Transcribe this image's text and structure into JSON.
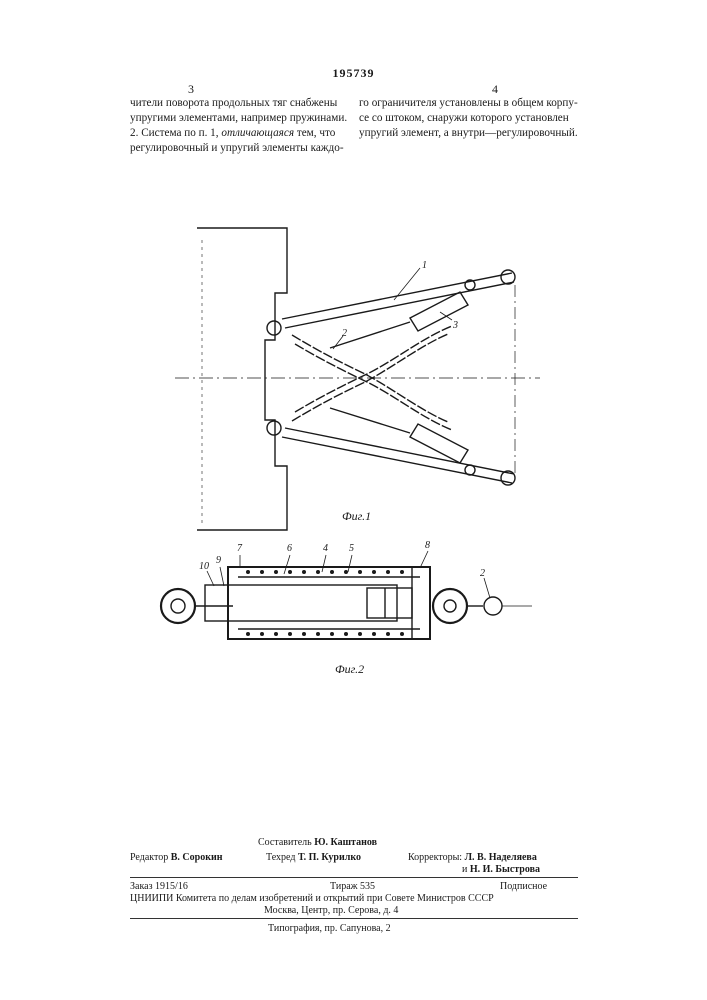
{
  "header": {
    "patent_number": "195739",
    "left_column_number": "3",
    "right_column_number": "4"
  },
  "left_column": {
    "line1": "чители поворота продольных тяг снабжены",
    "line2": "упругими элементами, например пружинами.",
    "line3_start": "2. Система по п. 1, ",
    "line3_italic": "отличающаяся",
    "line3_end": " тем, что",
    "line4": "регулировочный и упругий элементы каждо-"
  },
  "right_column": {
    "line1": "го ограничителя установлены в общем корпу-",
    "line2": "се со штоком, снаружи которого установлен",
    "line3": "упругий элемент, а внутри—регулировочный."
  },
  "figure1": {
    "caption": "Фиг.1",
    "labels": [
      "1",
      "2",
      "3"
    ]
  },
  "figure2": {
    "caption": "Фиг.2",
    "labels": [
      "10",
      "9",
      "7",
      "6",
      "4",
      "5",
      "8",
      "2"
    ]
  },
  "colophon": {
    "compiler_label": "Составитель",
    "compiler_name": "Ю. Каштанов",
    "editor_label": "Редактор",
    "editor_name": "В. Сорокин",
    "techred_label": "Техред",
    "techred_name": "Т. П. Курилко",
    "correctors_label": "Корректоры:",
    "corrector_1": "Л. В. Наделяева",
    "corrector_2_prefix": "и",
    "corrector_2": "Н. И. Быстрова",
    "order": "Заказ 1915/16",
    "circulation": "Тираж 535",
    "subscription": "Подписное",
    "institute": "ЦНИИПИ Комитета по делам изобретений и открытий при Совете Министров СССР",
    "address": "Москва, Центр, пр. Серова, д. 4",
    "printing": "Типография, пр. Сапунова, 2"
  }
}
